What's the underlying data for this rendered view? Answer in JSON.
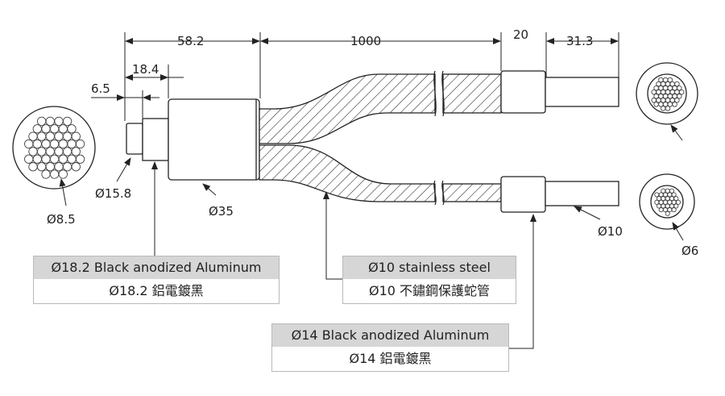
{
  "dimensions": {
    "len_58_2": "58.2",
    "len_1000": "1000",
    "len_20": "20",
    "len_31_3": "31.3",
    "len_18_4": "18.4",
    "len_6_5": "6.5",
    "dia_15_8": "Ø15.8",
    "dia_35": "Ø35",
    "dia_8_5": "Ø8.5",
    "dia_10": "Ø10",
    "dia_6": "Ø6"
  },
  "callouts": [
    {
      "en": "Ø18.2 Black anodized Aluminum",
      "zh": "Ø18.2 鋁電鍍黑"
    },
    {
      "en": "Ø10 stainless steel",
      "zh": "Ø10 不鏽鋼保護蛇管"
    },
    {
      "en": "Ø14 Black anodized Aluminum",
      "zh": "Ø14 鋁電鍍黑"
    }
  ],
  "colors": {
    "line": "#222222",
    "header": "#d6d6d6",
    "border": "#b9b9b9",
    "hatch": "#333333"
  }
}
